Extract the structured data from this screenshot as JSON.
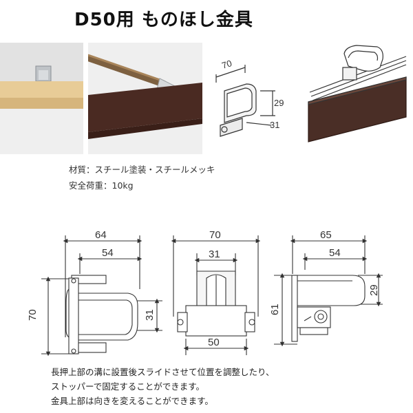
{
  "title": "D50用 ものほし金具",
  "specs": {
    "material": "材質：スチール塗装・スチールメッキ",
    "load": "安全荷重：10kg"
  },
  "iso_dims": {
    "width": "70",
    "height": "29",
    "depth": "31"
  },
  "views": {
    "side": {
      "total_width": "64",
      "inner_width": "54",
      "height": "70",
      "inner_height": "31"
    },
    "front": {
      "top_width": "70",
      "slot_width": "31",
      "base_width": "50"
    },
    "right": {
      "total_width": "65",
      "inner_width": "54",
      "height": "61",
      "top_height": "29"
    }
  },
  "notes": [
    "長押上部の溝に設置後スライドさせて位置を調整したり、",
    "ストッパーで固定することができます。",
    "金具上部は向きを変えることができます。"
  ]
}
